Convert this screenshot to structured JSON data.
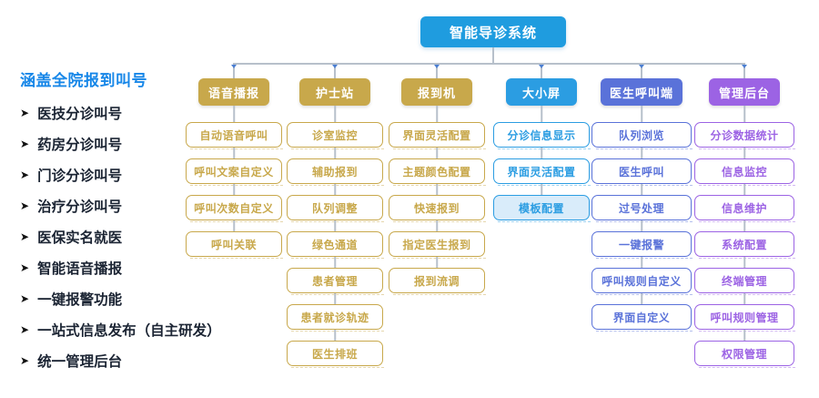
{
  "root": {
    "label": "智能导诊系统",
    "color": "#1f9cdf"
  },
  "sidebar": {
    "title": "涵盖全院报到叫号",
    "title_color": "#1787e8",
    "bullet": "➤",
    "items": [
      "医技分诊叫号",
      "药房分诊叫号",
      "门诊分诊叫号",
      "治疗分诊叫号",
      "医保实名就医",
      "智能语音播报",
      "一键报警功能",
      "一站式信息发布（自主研发）",
      "统一管理后台"
    ]
  },
  "columns": [
    {
      "header": "语音播报",
      "color": "#c8a84b",
      "items": [
        "自动语音呼叫",
        "呼叫文案自定义",
        "呼叫次数自定义",
        "呼叫关联"
      ]
    },
    {
      "header": "护士站",
      "color": "#c8a84b",
      "items": [
        "诊室监控",
        "辅助报到",
        "队列调整",
        "绿色通道",
        "患者管理",
        "患者就诊轨迹",
        "医生排班"
      ]
    },
    {
      "header": "报到机",
      "color": "#c8a84b",
      "items": [
        "界面灵活配置",
        "主题颜色配置",
        "快速报到",
        "指定医生报到",
        "报到流调"
      ]
    },
    {
      "header": "大小屏",
      "color": "#2b9de2",
      "filled_index": 2,
      "filled_bg": "#d9ecfa",
      "items": [
        "分诊信息显示",
        "界面灵活配置",
        "模板配置"
      ]
    },
    {
      "header": "医生呼叫端",
      "color": "#5a72d9",
      "items": [
        "队列浏览",
        "医生呼叫",
        "过号处理",
        "一键报警",
        "呼叫规则自定义",
        "界面自定义"
      ]
    },
    {
      "header": "管理后台",
      "color": "#9c63e4",
      "items": [
        "分诊数据统计",
        "信息监控",
        "信息维护",
        "系统配置",
        "终端管理",
        "呼叫规则管理",
        "权限管理"
      ]
    }
  ],
  "connector_color": "#b7c0cb"
}
